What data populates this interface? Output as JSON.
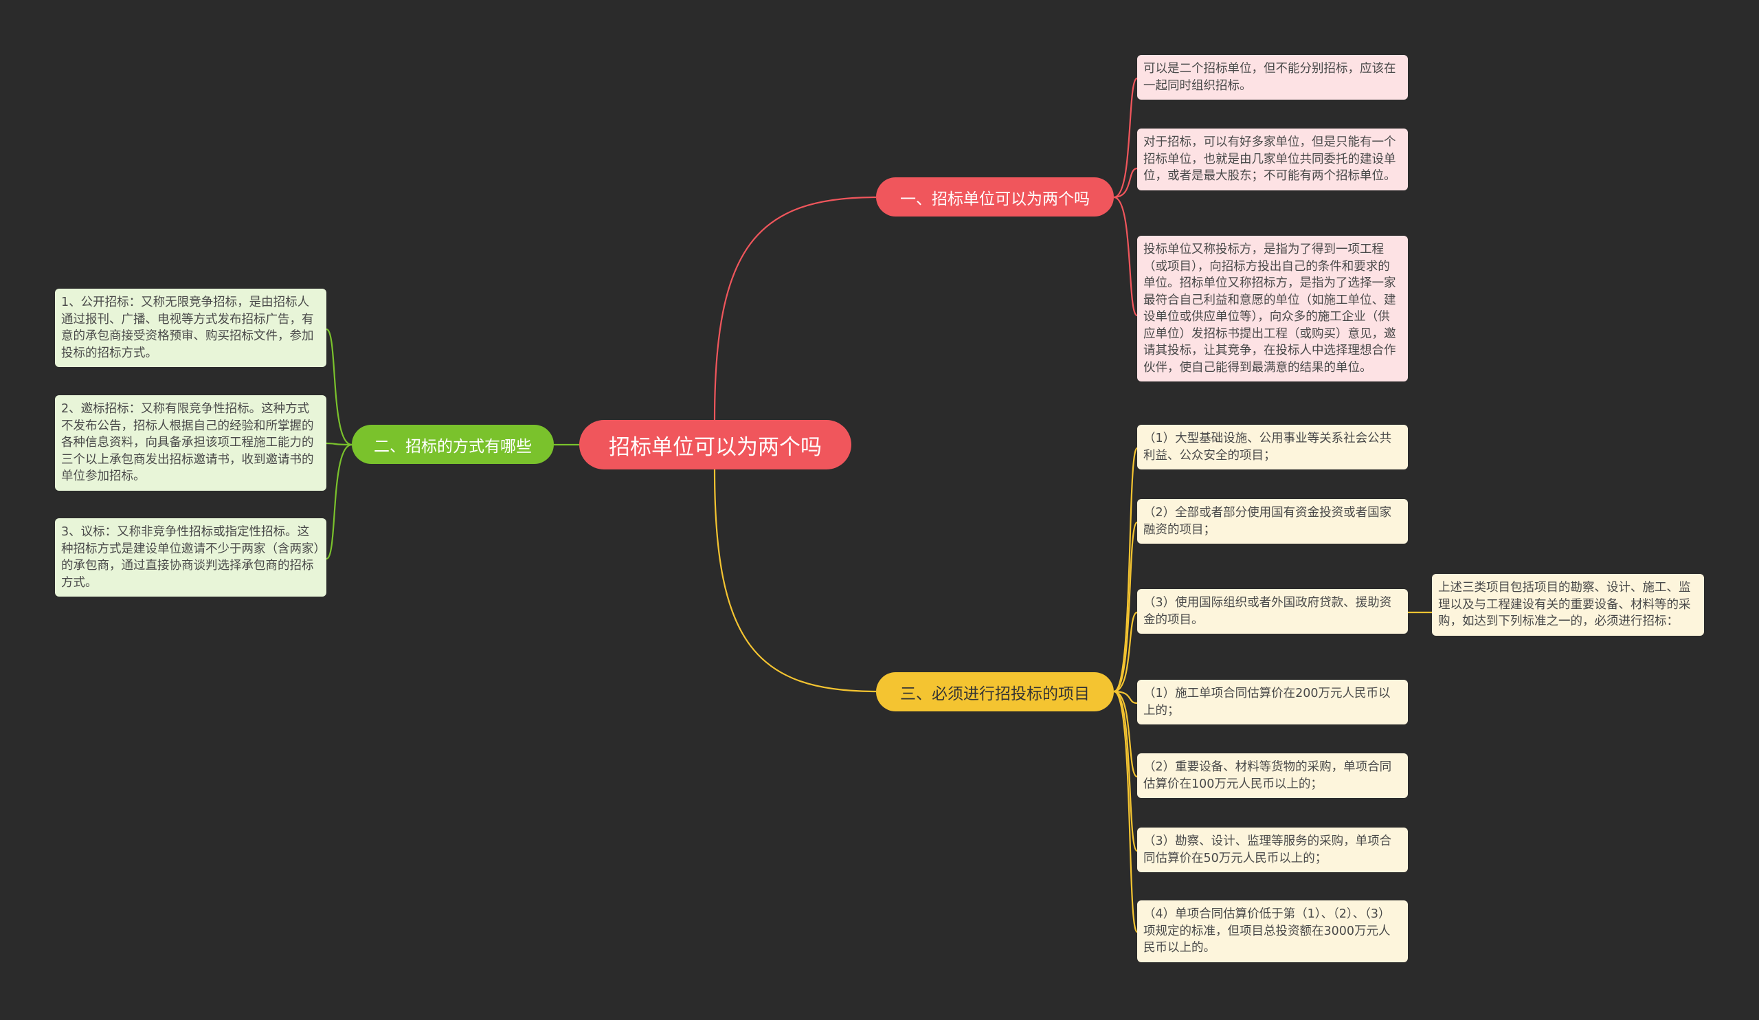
{
  "root": {
    "label": "招标单位可以为两个吗"
  },
  "branches": [
    {
      "label": "一、招标单位可以为两个吗",
      "color": "#f0565c",
      "leaves": [
        "可以是二个招标单位，但不能分别招标，应该在一起同时组织招标。",
        "对于招标，可以有好多家单位，但是只能有一个招标单位，也就是由几家单位共同委托的建设单位，或者是最大股东；不可能有两个招标单位。",
        "投标单位又称投标方，是指为了得到一项工程（或项目），向招标方投出自己的条件和要求的单位。招标单位又称招标方，是指为了选择一家最符合自己利益和意愿的单位（如施工单位、建设单位或供应单位等），向众多的施工企业（供应单位）发招标书提出工程（或购买）意见，邀请其投标，让其竞争，在投标人中选择理想合作伙伴，使自己能得到最满意的结果的单位。"
      ]
    },
    {
      "label": "二、招标的方式有哪些",
      "color": "#7ac22c",
      "leaves": [
        "1、公开招标：又称无限竞争招标，是由招标人通过报刊、广播、电视等方式发布招标广告，有意的承包商接受资格预审、购买招标文件，参加投标的招标方式。",
        "2、邀标招标：又称有限竞争性招标。这种方式不发布公告，招标人根据自己的经验和所掌握的各种信息资料，向具备承担该项工程施工能力的三个以上承包商发出招标邀请书，收到邀请书的单位参加招标。",
        "3、议标：又称非竞争性招标或指定性招标。这种招标方式是建设单位邀请不少于两家（含两家）的承包商，通过直接协商谈判选择承包商的招标方式。"
      ]
    },
    {
      "label": "三、必须进行招投标的项目",
      "color": "#f4c431",
      "leaves": [
        "（1）大型基础设施、公用事业等关系社会公共利益、公众安全的项目；",
        "（2）全部或者部分使用国有资金投资或者国家融资的项目；",
        "（3）使用国际组织或者外国政府贷款、援助资金的项目。",
        "（1）施工单项合同估算价在200万元人民币以上的；",
        "（2）重要设备、材料等货物的采购，单项合同估算价在100万元人民币以上的；",
        "（3）勘察、设计、监理等服务的采购，单项合同估算价在50万元人民币以上的；",
        "（4）单项合同估算价低于第（1）、（2）、（3）项规定的标准，但项目总投资额在3000万元人民币以上的。"
      ],
      "sub_note": "上述三类项目包括项目的勘察、设计、施工、监理以及与工程建设有关的重要设备、材料等的采购，如达到下列标准之一的，必须进行招标："
    }
  ]
}
